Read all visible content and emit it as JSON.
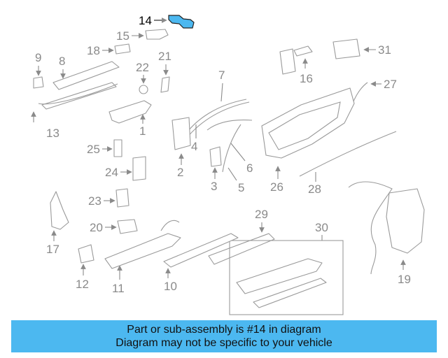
{
  "diagram": {
    "highlight_color": "#4cb8f0",
    "highlighted_part": "14",
    "labels": [
      "14",
      "15",
      "18",
      "9",
      "8",
      "22",
      "21",
      "7",
      "16",
      "31",
      "27",
      "13",
      "1",
      "2",
      "4",
      "6",
      "5",
      "3",
      "25",
      "24",
      "26",
      "28",
      "23",
      "17",
      "20",
      "29",
      "30",
      "12",
      "11",
      "10",
      "19"
    ]
  },
  "banner": {
    "line1": "Part or sub-assembly is #14 in diagram",
    "line2": "Diagram may not be specific to your vehicle",
    "background": "#4cb8f0"
  }
}
